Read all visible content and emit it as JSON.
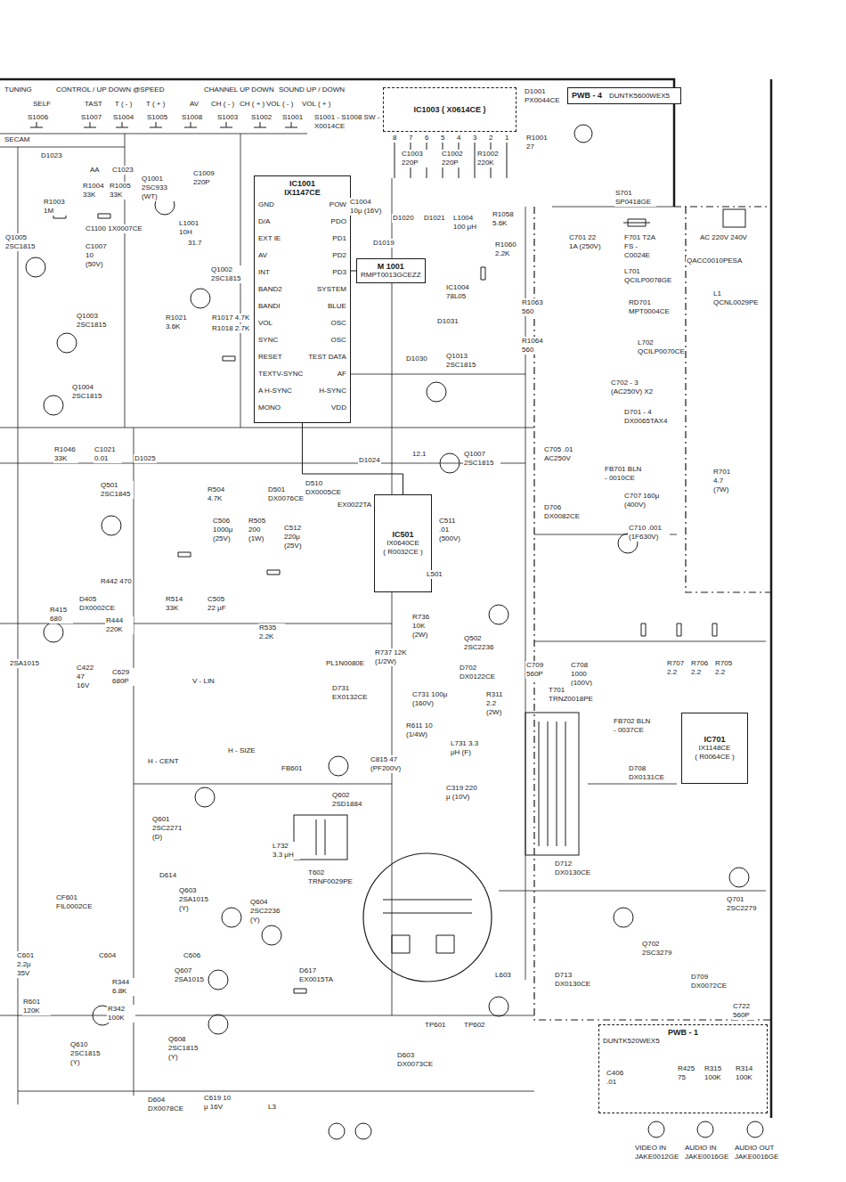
{
  "diagram": {
    "nodes": [
      {
        "text": [
          "IC1001",
          "IX1147CE",
          "GND",
          "D/A",
          "EXT IE",
          "AV",
          "INT",
          "BAND2",
          "BANDI",
          "VOL",
          "SYNC",
          "RESET",
          "TEXTV-SYNC",
          "A H-SYNC",
          "MONO",
          "POW",
          "PDO",
          "PD1",
          "PD2",
          "PD3",
          "SYSTEM",
          "BLUE",
          "OSC",
          "OSC",
          "TEST DATA",
          "AF",
          "H-SYNC",
          "VDD"
        ]
      },
      {
        "text": [
          "IC1003 ( X0614CE )"
        ]
      },
      {
        "text": [
          "PWB - 4",
          "DUNTK5600WEX5"
        ]
      },
      {
        "text": [
          "M 1001",
          "RMPT0013GCEZZ"
        ]
      },
      {
        "text": [
          "IC501",
          "IX0640CE",
          "( R0032CE )"
        ]
      },
      {
        "text": [
          "IC701",
          "IX1148CE",
          "( R0064CE )"
        ]
      },
      {
        "text": [
          "PWB - 1",
          "DUNTK520WEX5"
        ]
      }
    ],
    "edges": [
      {
        "from": 3,
        "to": 0,
        "arrow": "none"
      },
      {
        "from": 0,
        "to": 4,
        "arrow": "none"
      }
    ],
    "labels": [
      "TUNING",
      "CONTROL / UP DOWN @SPEED",
      "CHANNEL UP DOWN",
      "SOUND UP / DOWN",
      "SELF",
      "TAST",
      "T ( - )",
      "T ( + )",
      "AV",
      "CH ( - )",
      "CH ( + )",
      "VOL ( - )",
      "VOL ( + )",
      "S1006",
      "S1007",
      "S1004",
      "S1005",
      "S1008",
      "S1003",
      "S1002",
      "S1001",
      "S1001 - S1008 SW - X0014CE",
      "SECAM",
      "D1023",
      "AA",
      "C1023",
      "R1003 1M",
      "R1004 33K",
      "R1005 33K",
      "Q1001 2SC933 (WT)",
      "C1009 220P",
      "L1001 10H",
      "C1100 1X0007CE",
      "Q1005 2SC1815",
      "C1007 10 (50V)",
      "31.7",
      "Q1002 2SC1815",
      "R1021 3.6K",
      "R1017 4.7K",
      "R1018 2.7K",
      "Q1003 2SC1815",
      "Q1004 2SC1815",
      "R1046 33K",
      "C1021 0.01",
      "D1025",
      "D1024",
      "C1004 10μ (16V)",
      "D1020",
      "D1021",
      "D1019",
      "L1004 100 μH",
      "R1058 5.6K",
      "R1060 2.2K",
      "IC1004 78L05",
      "R1063 560",
      "R1064 560",
      "D1031",
      "D1030",
      "Q1013 2SC1815",
      "Q1007 2SC1815",
      "12.1",
      "R1001 27",
      "C1003 220P",
      "C1002 220P",
      "R1002 220K",
      "8",
      "7",
      "6",
      "5",
      "4",
      "3",
      "2",
      "1",
      "D1001 PX0044CE",
      "D501 DX0076CE",
      "D510 DX0005CE",
      "EX0022TA",
      "Q501 2SC1845",
      "R504 4.7K",
      "C506 1000μ (25V)",
      "R505 200 (1W)",
      "C512 220μ (25V)",
      "C511 .01 (500V)",
      "L501",
      "R514 33K",
      "C505 22 μF",
      "R535 2.2K",
      "Q502 2SC2236",
      "R736 10K (2W)",
      "R737 12K (1/2W)",
      "D702 DX0122CE",
      "C731 100μ (160V)",
      "R311 2.2 (2W)",
      "R611 10 (1/4W)",
      "L731 3.3 μH (F)",
      "C319 220 μ (10V)",
      "V - LIN",
      "H - SIZE",
      "H - CENT",
      "PL1N0080E",
      "D731 EX0132CE",
      "FB601",
      "C815 47 (PF200V)",
      "Q602 2SD1884",
      "L732 3.3 μH",
      "T602 TRNF0029PE",
      "Q601 2SC2271 (D)",
      "D614",
      "Q603 2SA1015 (Y)",
      "Q604 2SC2236 (Y)",
      "Q607 2SA1015",
      "Q608 2SC1815 (Y)",
      "Q610 2SC1815 (Y)",
      "D617 EX0015TA",
      "TP601",
      "TP602",
      "L603",
      "D603 DX0073CE",
      "D604 DX0078CE",
      "C619 10 μ 16V",
      "L3",
      "R415 680",
      "D405 DX0002CE",
      "R442 470",
      "R444 220K",
      "2SA1015",
      "C422 47 16V",
      "C629 680P",
      "CF601 FIL0002CE",
      "C601 2.2μ 35V",
      "C604",
      "C606",
      "R344 6.8K",
      "R342 100K",
      "R601 120K",
      "S701 SP0418GE",
      "F701 T2A FS - C0024E",
      "C701 22 1A (250V)",
      "AC 220V 240V",
      "QACC0010PESA",
      "L1 QCNL0029PE",
      "L701 QCILP0078GE",
      "RD701 MPT0004CE",
      "L702 QCILP0070CE",
      "C702 - 3 (AC250V) X2",
      "D701 - 4 DX0065TAX4",
      "C705 .01 AC250V",
      "FB701 BLN - 0010CE",
      "C707 160μ (400V)",
      "R701 4.7 (7W)",
      "D706 DX0082CE",
      "C710 .001 (1F630V)",
      "C709 560P",
      "C708 1000 (100V)",
      "R707 2.2",
      "R706 2.2",
      "R705 2.2",
      "T701 TRNZ0018PE",
      "FB702 BLN - 0037CE",
      "D708 DX0131CE",
      "D712 DX0130CE",
      "Q701 2SC2279",
      "Q702 2SC3279",
      "D713 DX0130CE",
      "D709 DX0072CE",
      "C722 560P",
      "C406 .01",
      "R425 75",
      "R315 100K",
      "R314 100K",
      "VIDEO IN JAKE0012GE",
      "AUDIO IN JAKE0016GE",
      "AUDIO OUT JAKE0016GE"
    ]
  }
}
